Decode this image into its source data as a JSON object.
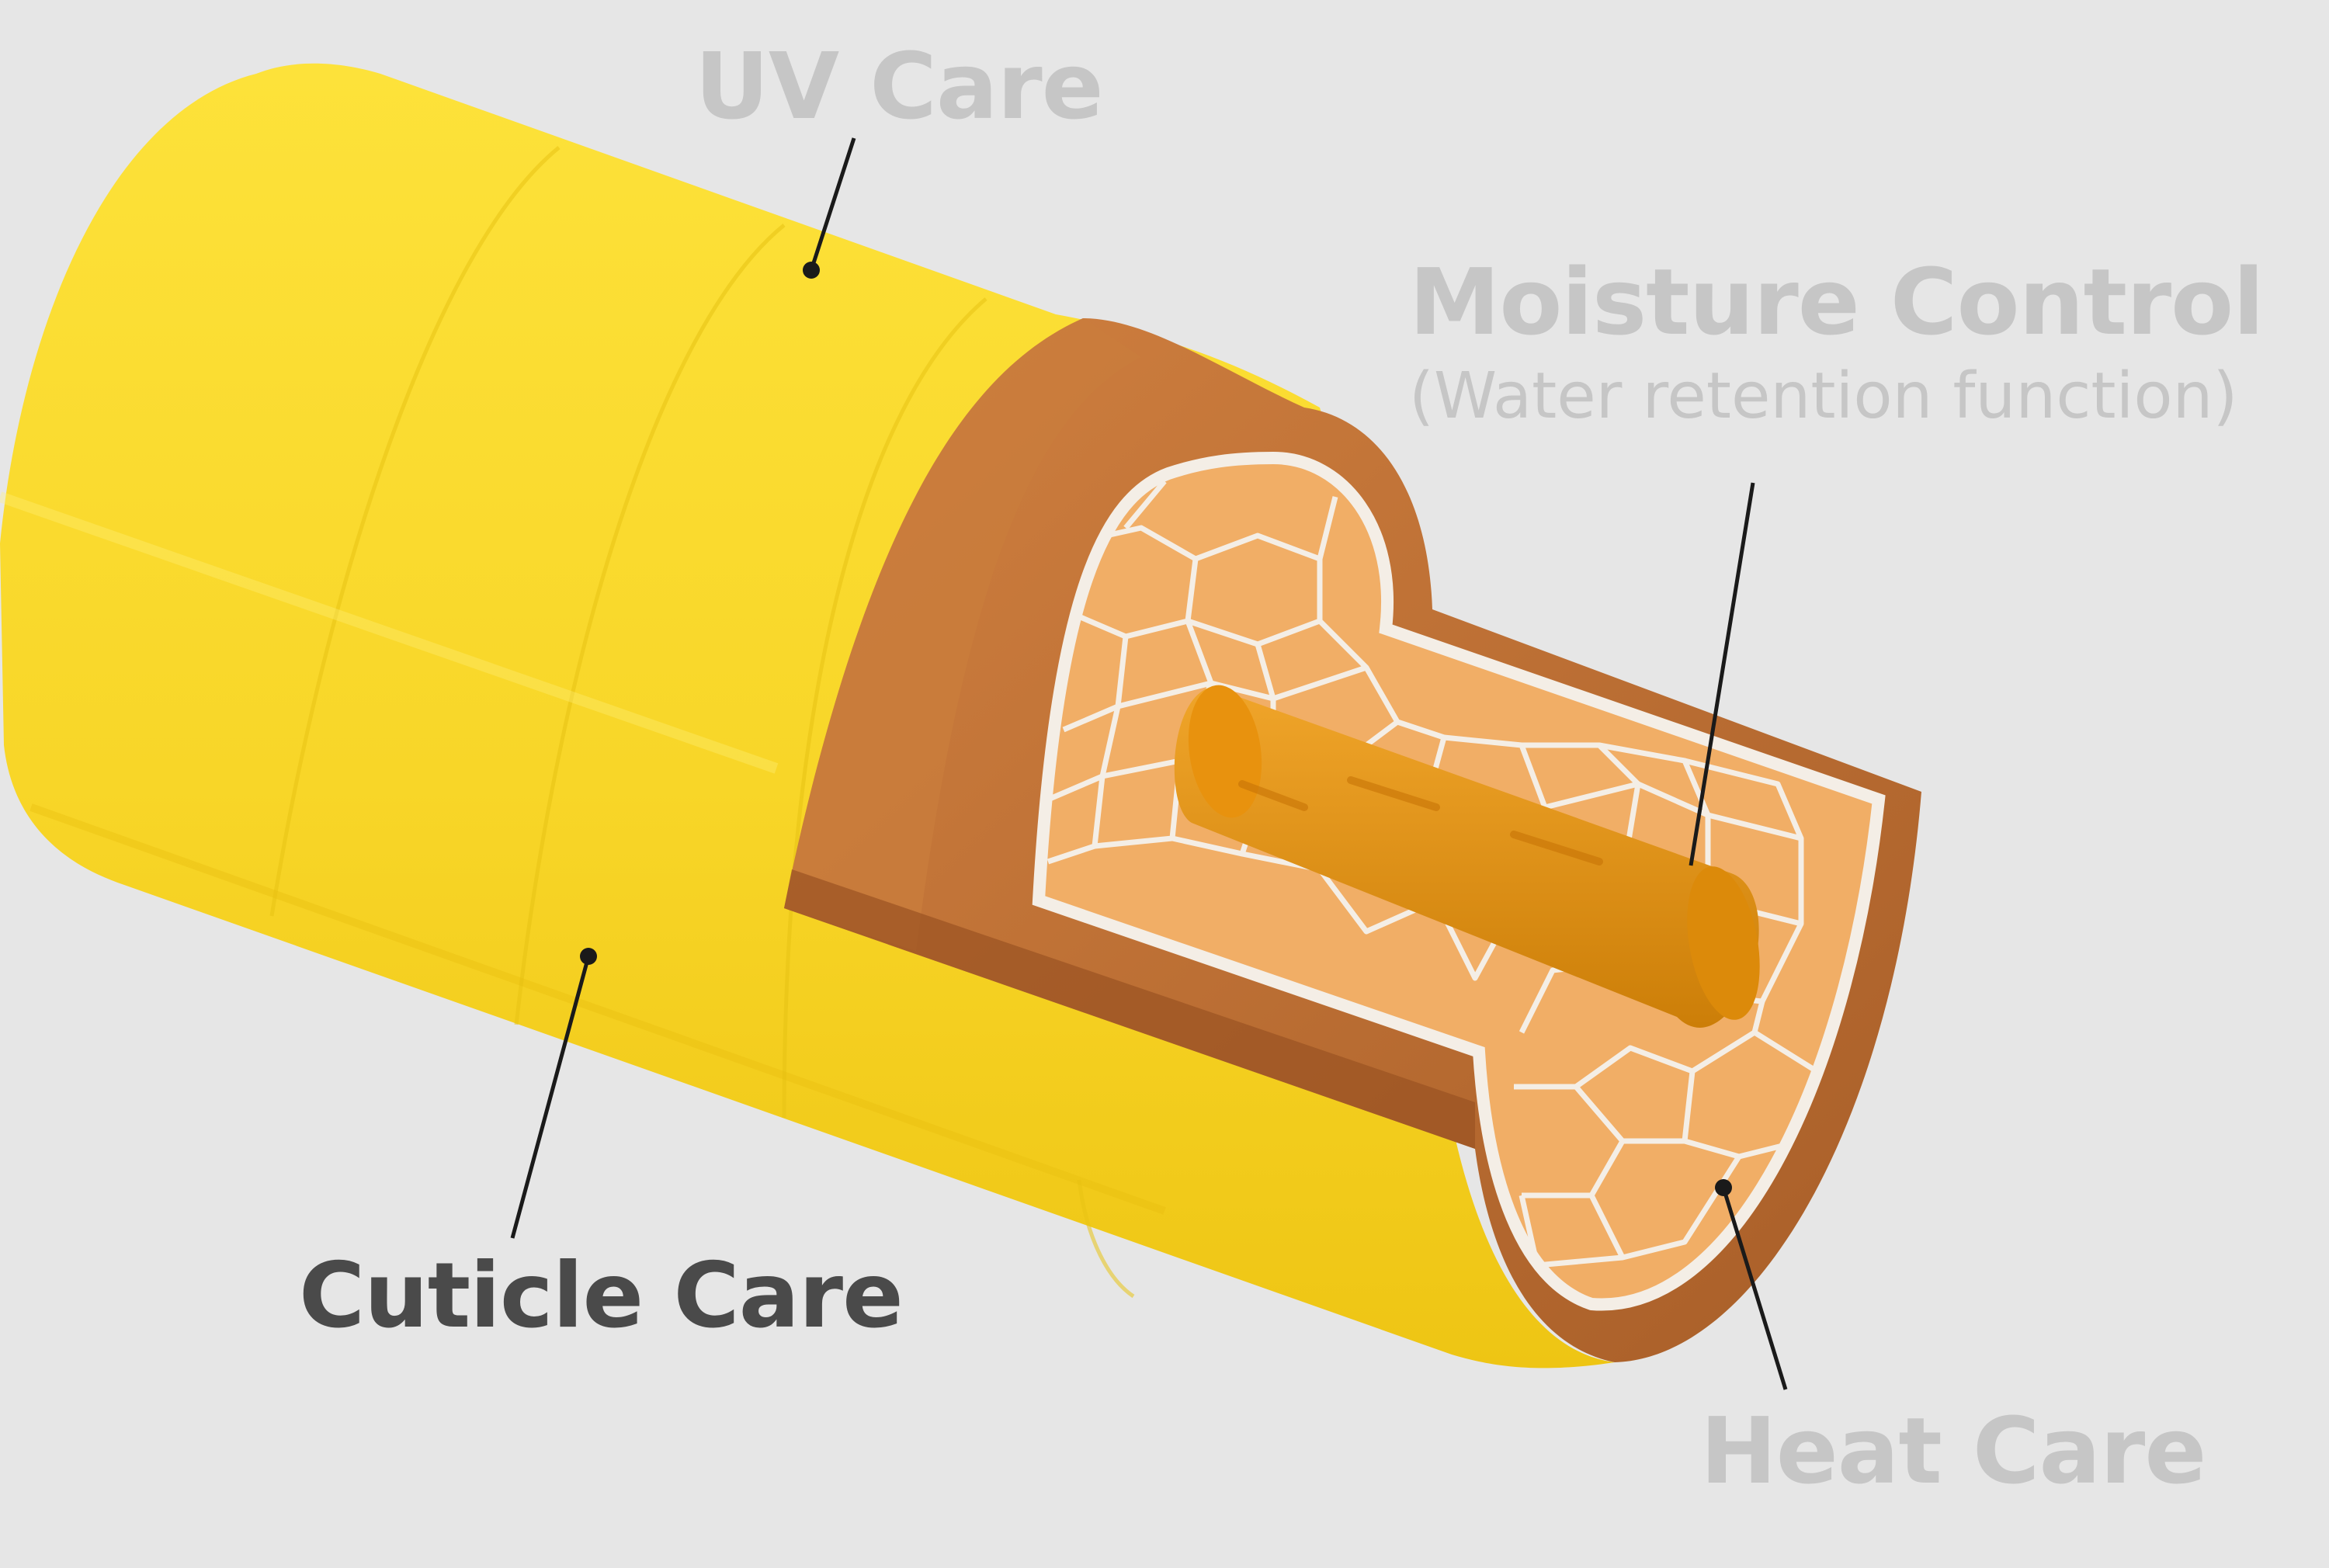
{
  "labels": {
    "uv": "UV Care",
    "moisture_title": "Moisture Control",
    "moisture_subtitle": "(Water retention function)",
    "cuticle": "Cuticle Care",
    "heat": "Heat Care"
  },
  "colors": {
    "background": "#e6e6e6",
    "cuticle_layer": "#fbd92a",
    "cortex_outer": "#b76a30",
    "cortex_inner": "#d9863c",
    "cell_fill": "#f1ae66",
    "cell_border": "#f4eee6",
    "medulla": "#e2900f",
    "leader_line": "#1a1a1a",
    "label_faint": "#c6c6c6",
    "label_dark": "#4a4a4a"
  }
}
